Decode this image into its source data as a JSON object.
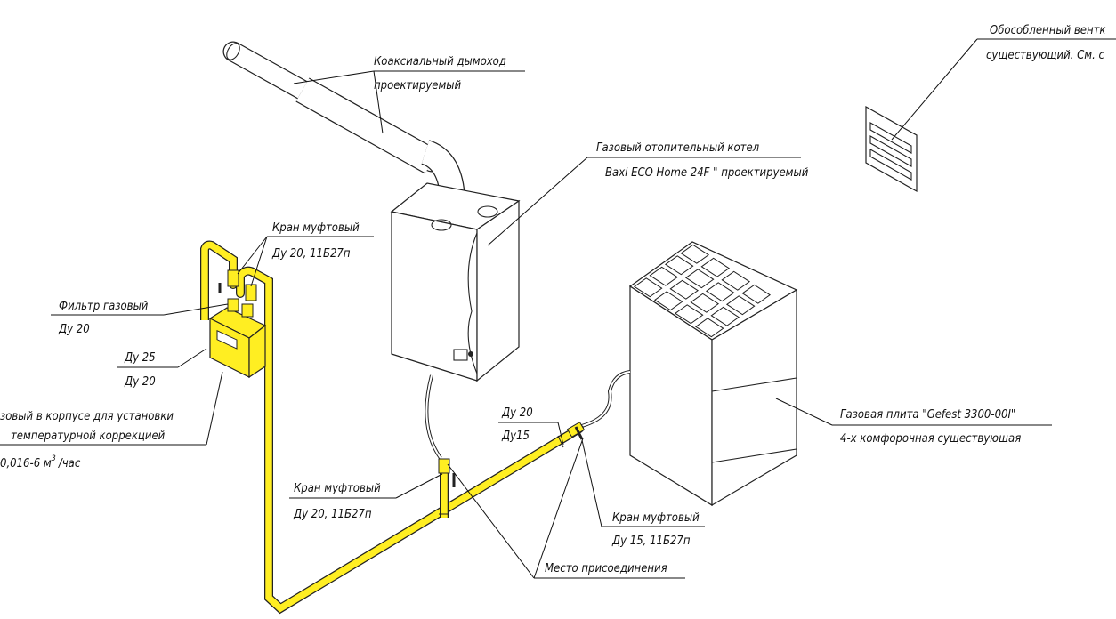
{
  "labels": {
    "chimney_1": "Коаксиальный дымоход",
    "chimney_2": "проектируемый",
    "boiler_1": "Газовый отопительный котел",
    "boiler_2": "Baxi ECO Home 24F \" проектируемый",
    "vent_1": "Обособленный вентк",
    "vent_2": "существующий. См. с",
    "valve_top_1": "Кран муфтовый",
    "valve_top_2": "Ду 20, 11Б27п",
    "filter_1": "Фильтр газовый",
    "filter_2": "Ду 20",
    "meter_du_1": "Ду 25",
    "meter_du_2": "Ду 20",
    "meter_1": "зовый в корпусе для установки",
    "meter_2": "температурной коррекцией",
    "meter_3": "0,016-6 м",
    "meter_sup": "3",
    "meter_4": "/час",
    "valve_mid_1": "Кран муфтовый",
    "valve_mid_2": "Ду 20, 11Б27п",
    "reducer_1": "Ду 20",
    "reducer_2": "Ду15",
    "valve_right_1": "Кран муфтовый",
    "valve_right_2": "Ду 15, 11Б27п",
    "connection": "Место присоединения",
    "stove_1": "Газовая плита \"Gefest 3300-00I\"",
    "stove_2": "4-х комфорочная существующая"
  },
  "colors": {
    "gas_pipe": "#ffee22",
    "meter": "#ffee22",
    "ink": "#111111"
  }
}
